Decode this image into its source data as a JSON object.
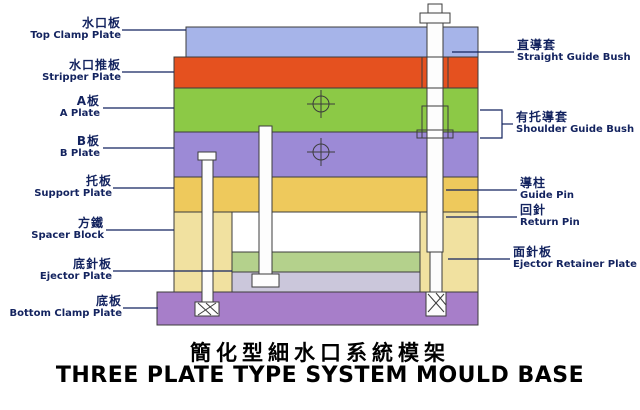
{
  "title": {
    "zh": "簡化型細水口系統模架",
    "en": "THREE PLATE TYPE SYSTEM MOULD BASE"
  },
  "left_labels": [
    {
      "zh": "水口板",
      "en": "Top Clamp Plate"
    },
    {
      "zh": "水口推板",
      "en": "Stripper Plate"
    },
    {
      "zh": "A板",
      "en": "A Plate"
    },
    {
      "zh": "B板",
      "en": "B Plate"
    },
    {
      "zh": "托板",
      "en": "Support Plate"
    },
    {
      "zh": "方鐵",
      "en": "Spacer Block"
    },
    {
      "zh": "底針板",
      "en": "Ejector Plate"
    },
    {
      "zh": "底板",
      "en": "Bottom Clamp Plate"
    }
  ],
  "right_labels": [
    {
      "zh": "直導套",
      "en": "Straight Guide Bush"
    },
    {
      "zh": "有托導套",
      "en": "Shoulder Guide Bush"
    },
    {
      "zh": "導柱",
      "en": "Guide Pin"
    },
    {
      "zh": "回針",
      "en": "Return Pin"
    },
    {
      "zh": "面針板",
      "en": "Ejector Retainer Plate"
    }
  ],
  "colors": {
    "top_clamp_plate": "#a6b4e9",
    "stripper_plate": "#e5511f",
    "a_plate": "#8cc946",
    "b_plate": "#9c8ad6",
    "support_plate": "#eec95c",
    "spacer_block": "#f1e1a0",
    "ejector_retainer_plate": "#b4d18c",
    "ejector_plate": "#cbc7db",
    "bottom_clamp_plate": "#a77ec9",
    "pin_fill": "#fdfdfd",
    "outline": "#3c3c3c",
    "label_text": "#13235f",
    "leader_line": "#13235f",
    "title_text": "#000000"
  }
}
